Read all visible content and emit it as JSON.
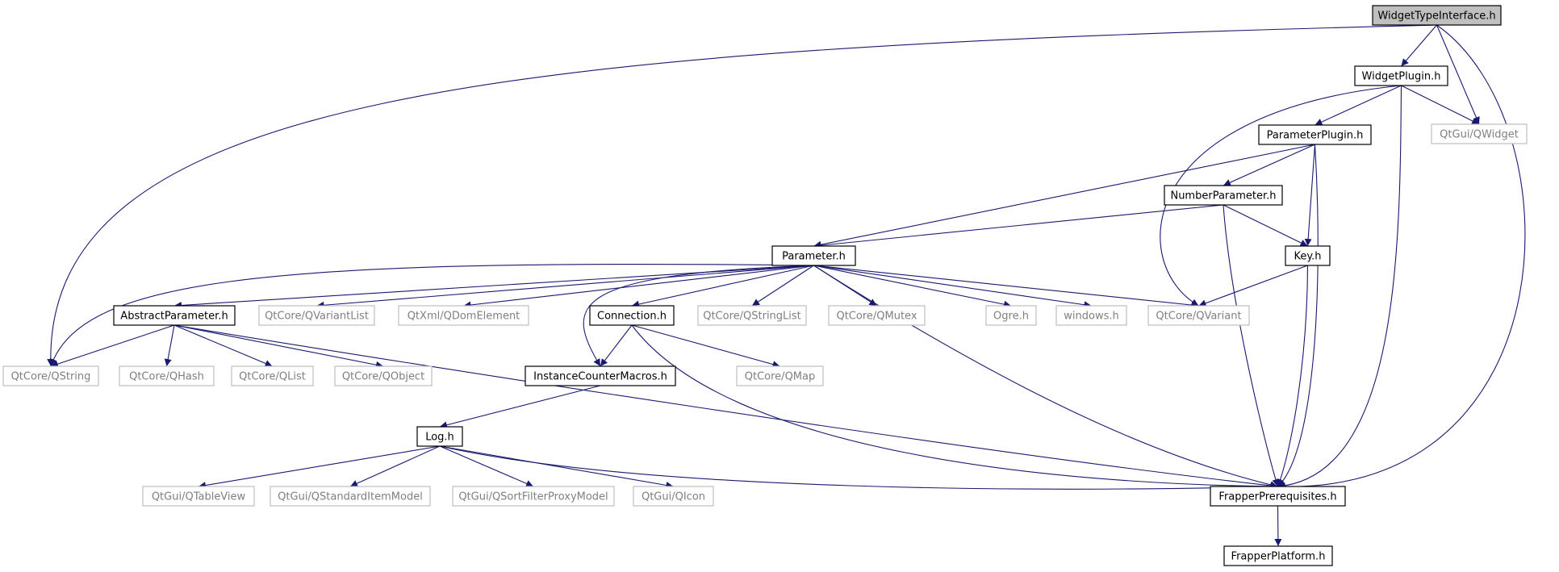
{
  "diagram": {
    "edge_color": "#191970",
    "nodes": [
      {
        "id": "n0",
        "label": "WidgetTypeInterface.h",
        "kind": "root"
      },
      {
        "id": "n1",
        "label": "WidgetPlugin.h",
        "kind": "documented"
      },
      {
        "id": "n2",
        "label": "QtGui/QWidget",
        "kind": "external"
      },
      {
        "id": "n3",
        "label": "ParameterPlugin.h",
        "kind": "documented"
      },
      {
        "id": "n4",
        "label": "NumberParameter.h",
        "kind": "documented"
      },
      {
        "id": "n5",
        "label": "Parameter.h",
        "kind": "documented"
      },
      {
        "id": "n6",
        "label": "Key.h",
        "kind": "documented"
      },
      {
        "id": "n7",
        "label": "AbstractParameter.h",
        "kind": "documented"
      },
      {
        "id": "n8",
        "label": "QtCore/QVariantList",
        "kind": "external"
      },
      {
        "id": "n9",
        "label": "QtXml/QDomElement",
        "kind": "external"
      },
      {
        "id": "n10",
        "label": "Connection.h",
        "kind": "documented"
      },
      {
        "id": "n11",
        "label": "QtCore/QStringList",
        "kind": "external"
      },
      {
        "id": "n12",
        "label": "QtCore/QMutex",
        "kind": "external"
      },
      {
        "id": "n13",
        "label": "Ogre.h",
        "kind": "external"
      },
      {
        "id": "n14",
        "label": "windows.h",
        "kind": "external"
      },
      {
        "id": "n15",
        "label": "QtCore/QVariant",
        "kind": "external"
      },
      {
        "id": "n16",
        "label": "QtCore/QString",
        "kind": "external"
      },
      {
        "id": "n17",
        "label": "QtCore/QHash",
        "kind": "external"
      },
      {
        "id": "n18",
        "label": "QtCore/QList",
        "kind": "external"
      },
      {
        "id": "n19",
        "label": "QtCore/QObject",
        "kind": "external"
      },
      {
        "id": "n20",
        "label": "InstanceCounterMacros.h",
        "kind": "documented"
      },
      {
        "id": "n21",
        "label": "QtCore/QMap",
        "kind": "external"
      },
      {
        "id": "n22",
        "label": "Log.h",
        "kind": "documented"
      },
      {
        "id": "n23",
        "label": "QtGui/QTableView",
        "kind": "external"
      },
      {
        "id": "n24",
        "label": "QtGui/QStandardItemModel",
        "kind": "external"
      },
      {
        "id": "n25",
        "label": "QtGui/QSortFilterProxyModel",
        "kind": "external"
      },
      {
        "id": "n26",
        "label": "QtGui/QIcon",
        "kind": "external"
      },
      {
        "id": "n27",
        "label": "FrapperPrerequisites.h",
        "kind": "documented"
      },
      {
        "id": "n28",
        "label": "FrapperPlatform.h",
        "kind": "documented"
      }
    ],
    "edges": [
      [
        "n0",
        "n1"
      ],
      [
        "n0",
        "n2"
      ],
      [
        "n0",
        "n16"
      ],
      [
        "n0",
        "n27"
      ],
      [
        "n1",
        "n3"
      ],
      [
        "n1",
        "n2"
      ],
      [
        "n1",
        "n15"
      ],
      [
        "n1",
        "n27"
      ],
      [
        "n3",
        "n4"
      ],
      [
        "n3",
        "n5"
      ],
      [
        "n3",
        "n6"
      ],
      [
        "n3",
        "n27"
      ],
      [
        "n4",
        "n5"
      ],
      [
        "n4",
        "n6"
      ],
      [
        "n4",
        "n27"
      ],
      [
        "n6",
        "n15"
      ],
      [
        "n6",
        "n27"
      ],
      [
        "n5",
        "n7"
      ],
      [
        "n5",
        "n8"
      ],
      [
        "n5",
        "n9"
      ],
      [
        "n5",
        "n10"
      ],
      [
        "n5",
        "n11"
      ],
      [
        "n5",
        "n12"
      ],
      [
        "n5",
        "n13"
      ],
      [
        "n5",
        "n14"
      ],
      [
        "n5",
        "n15"
      ],
      [
        "n5",
        "n16"
      ],
      [
        "n5",
        "n20"
      ],
      [
        "n5",
        "n27"
      ],
      [
        "n7",
        "n16"
      ],
      [
        "n7",
        "n17"
      ],
      [
        "n7",
        "n18"
      ],
      [
        "n7",
        "n19"
      ],
      [
        "n7",
        "n27"
      ],
      [
        "n10",
        "n20"
      ],
      [
        "n10",
        "n21"
      ],
      [
        "n10",
        "n27"
      ],
      [
        "n20",
        "n22"
      ],
      [
        "n22",
        "n23"
      ],
      [
        "n22",
        "n24"
      ],
      [
        "n22",
        "n25"
      ],
      [
        "n22",
        "n26"
      ],
      [
        "n22",
        "n27"
      ],
      [
        "n27",
        "n28"
      ]
    ]
  }
}
